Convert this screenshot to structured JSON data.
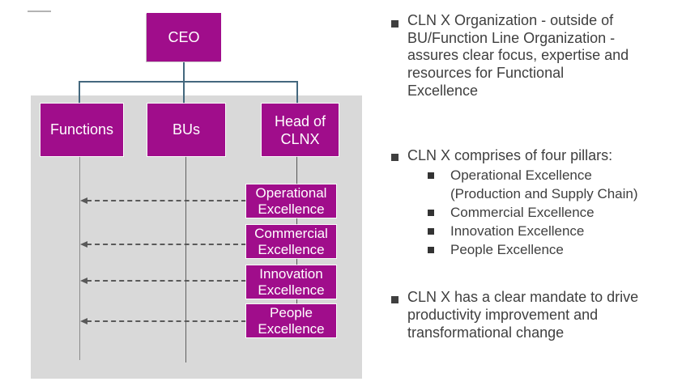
{
  "slide": {
    "colors": {
      "box_magenta": "#a00d8b",
      "panel_gray": "#d9d9d9",
      "connector_teal": "#44687e",
      "drop_line_gray": "#8c8c8c",
      "arrow_dash_gray": "#595959",
      "text_dark": "#3f3f3f",
      "box_text_white": "#ffffff"
    },
    "icons": {
      "bullet": "filled-square",
      "arrow": "dashed-left-arrow"
    },
    "org_chart": {
      "ceo": {
        "label": "CEO"
      },
      "row": [
        {
          "lines": [
            "Functions"
          ]
        },
        {
          "lines": [
            "BUs"
          ]
        },
        {
          "lines": [
            "Head of",
            "CLNX"
          ]
        }
      ],
      "pillars": [
        {
          "lines": [
            "Operational",
            "Excellence"
          ]
        },
        {
          "lines": [
            "Commercial",
            "Excellence"
          ]
        },
        {
          "lines": [
            "Innovation",
            "Excellence"
          ]
        },
        {
          "lines": [
            "People",
            "Excellence"
          ]
        }
      ]
    },
    "bullets": [
      {
        "lines": [
          "CLN X Organization - outside of",
          "BU/Function Line Organization -",
          "assures clear focus, expertise and",
          "resources for Functional",
          "Excellence"
        ]
      },
      {
        "lines": [
          "CLN X comprises of four pillars:"
        ],
        "sub": [
          {
            "lines": [
              "Operational Excellence",
              "(Production and Supply Chain)"
            ]
          },
          {
            "lines": [
              "Commercial Excellence"
            ]
          },
          {
            "lines": [
              "Innovation Excellence"
            ]
          },
          {
            "lines": [
              "People Excellence"
            ]
          }
        ]
      },
      {
        "lines": [
          "CLN X has a clear mandate to drive",
          "productivity improvement and",
          "transformational change"
        ]
      }
    ]
  }
}
